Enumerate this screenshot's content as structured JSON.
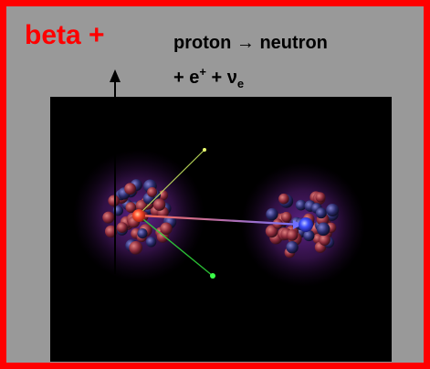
{
  "title": "beta +",
  "equation": {
    "line1_proton": "proton",
    "line1_arrow": "→",
    "line1_neutron": "neutron",
    "line2_plus1": "+ e",
    "line2_positron_charge": "+",
    "line2_plus2": " + ν",
    "line2_neutrino_subscript": "e"
  },
  "colors": {
    "border": "#ff0000",
    "background": "#999999",
    "scene": "#000000",
    "title": "#ff0000",
    "proton": "#ff5030",
    "neutron": "#3040ff",
    "positron_track": "#2fd33a",
    "neutrino_track": "#d8ff5a"
  }
}
